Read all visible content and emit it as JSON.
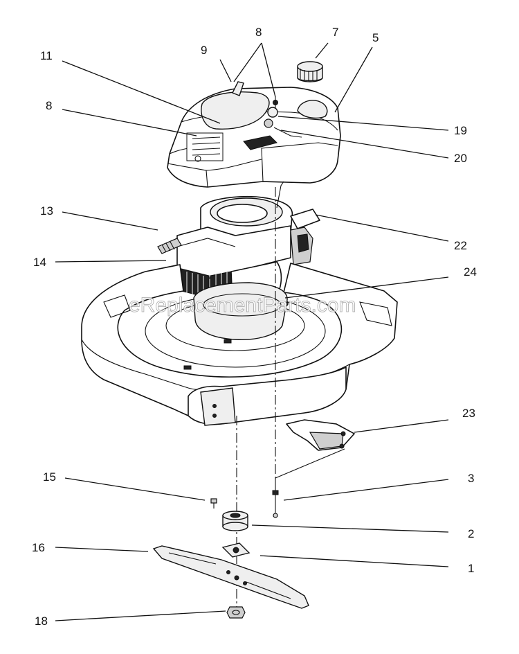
{
  "watermark": "eReplacementParts.com",
  "callouts": [
    {
      "id": "c8a",
      "label": "8"
    },
    {
      "id": "c7",
      "label": "7"
    },
    {
      "id": "c5",
      "label": "5"
    },
    {
      "id": "c9",
      "label": "9"
    },
    {
      "id": "c11",
      "label": "11"
    },
    {
      "id": "c8b",
      "label": "8"
    },
    {
      "id": "c19",
      "label": "19"
    },
    {
      "id": "c20",
      "label": "20"
    },
    {
      "id": "c13",
      "label": "13"
    },
    {
      "id": "c22",
      "label": "22"
    },
    {
      "id": "c14",
      "label": "14"
    },
    {
      "id": "c24",
      "label": "24"
    },
    {
      "id": "c23",
      "label": "23"
    },
    {
      "id": "c15",
      "label": "15"
    },
    {
      "id": "c3",
      "label": "3"
    },
    {
      "id": "c2",
      "label": "2"
    },
    {
      "id": "c16",
      "label": "16"
    },
    {
      "id": "c1",
      "label": "1"
    },
    {
      "id": "c18",
      "label": "18"
    }
  ]
}
